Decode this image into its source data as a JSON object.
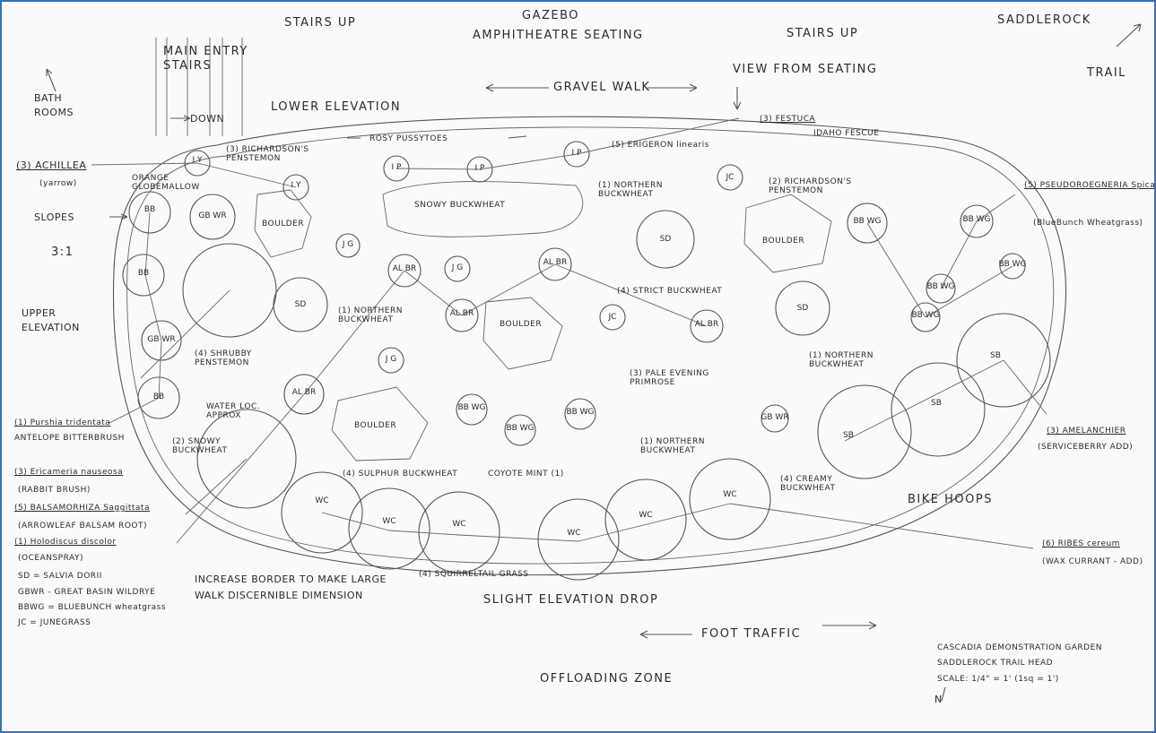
{
  "top": {
    "stairs_up_left": "STAIRS UP",
    "gazebo": "GAZEBO",
    "amphitheatre": "AMPHITHEATRE SEATING",
    "stairs_up_right": "STAIRS UP",
    "saddlerock": "SADDLEROCK",
    "trail": "TRAIL",
    "main_entry_stairs": "MAIN ENTRY STAIRS",
    "bathrooms": "BATH ROOMS",
    "down": "DOWN",
    "lower_elevation": "LOWER ELEVATION",
    "gravel_walk": "GRAVEL WALK",
    "view_from_seating": "VIEW FROM SEATING"
  },
  "left": {
    "achillea": "(3) ACHILLEA",
    "yarrow": "(yarrow)",
    "orange_globemallow": "ORANGE GLOBEMALLOW",
    "slopes": "SLOPES",
    "ratio": "3:1",
    "upper_elevation": "UPPER ELEVATION",
    "purshia": "(1) Purshia tridentata",
    "purshia_common": "ANTELOPE BITTERBRUSH",
    "ericameria": "(3) Ericameria nauseosa",
    "ericameria_common": "(RABBIT BRUSH)",
    "balsamorhiza": "(5) BALSAMORHIZA Saggittata",
    "balsamorhiza_common": "(ARROWLEAF BALSAM ROOT)",
    "holodiscus": "(1) Holodiscus discolor",
    "holodiscus_common": "(OCEANSPRAY)",
    "legend_sd": "SD = SALVIA DORII",
    "legend_gbwr": "GBWR - GREAT BASIN WILDRYE",
    "legend_bbwg": "BBWG = BLUEBUNCH wheatgrass",
    "legend_jc": "JC = JUNEGRASS"
  },
  "bed": {
    "richardsons_left": "(3) RICHARDSON'S PENSTEMON",
    "rosy_pussytoes": "ROSY PUSSYTOES",
    "erigeron": "(5) ERIGERON linearis",
    "festuca": "(3) FESTUCA",
    "idaho_fescue": "IDAHO FESCUE",
    "snowy_buckwheat_top": "SNOWY BUCKWHEAT",
    "northern_buckwheat_1": "(1) NORTHERN BUCKWHEAT",
    "richardsons_right": "(2) RICHARDSON'S PENSTEMON",
    "boulder": "BOULDER",
    "strict_buckwheat": "(4) STRICT BUCKWHEAT",
    "northern_buckwheat_2": "(1) NORTHERN BUCKWHEAT",
    "shrubby_penstemon": "(4) SHRUBBY PENSTEMON",
    "water_loc": "WATER LOC. APPROX",
    "snowy_buckwheat_low": "(2) SNOWY BUCKWHEAT",
    "pale_evening_primrose": "(3) PALE EVENING PRIMROSE",
    "northern_buckwheat_3": "(1) NORTHERN BUCKWHEAT",
    "northern_buckwheat_4": "(1) NORTHERN BUCKWHEAT",
    "sulphur_buckwheat": "(4) SULPHUR BUCKWHEAT",
    "coyote_mint": "COYOTE MINT (1)",
    "creamy_buckwheat": "(4) CREAMY BUCKWHEAT",
    "squirreltail": "(4) SQUIRRELTAIL GRASS"
  },
  "right": {
    "pseudoroegneria": "(5) PSEUDOROEGNERIA Spicata",
    "bluebunch": "(BlueBunch Wheatgrass)",
    "amelanchier": "(3) AMELANCHIER",
    "serviceberry": "(SERVICEBERRY ADD)",
    "bike_hoops": "BIKE HOOPS",
    "ribes": "(6) RIBES cereum",
    "wax_currant": "(WAX CURRANT - ADD)"
  },
  "bottom": {
    "increase_border": "INCREASE BORDER TO MAKE LARGE WALK DISCERNIBLE DIMENSION",
    "slight_drop": "SLIGHT ELEVATION DROP",
    "foot_traffic": "FOOT TRAFFIC",
    "offloading": "OFFLOADING ZONE",
    "title_block": "CASCADIA DEMONSTRATION GARDEN",
    "trailhead": "SADDLEROCK TRAIL HEAD",
    "scale": "SCALE: 1/4\" = 1' (1sq = 1')",
    "north": "N"
  },
  "circle_codes": {
    "bb": "BB",
    "gbwr": "GB WR",
    "sd": "SD",
    "al_br": "AL BR",
    "jg": "J G",
    "jc": "JC",
    "bbwg": "BB WG",
    "sb": "SB",
    "wc": "WC",
    "iy": "I Y",
    "ip": "I P"
  }
}
